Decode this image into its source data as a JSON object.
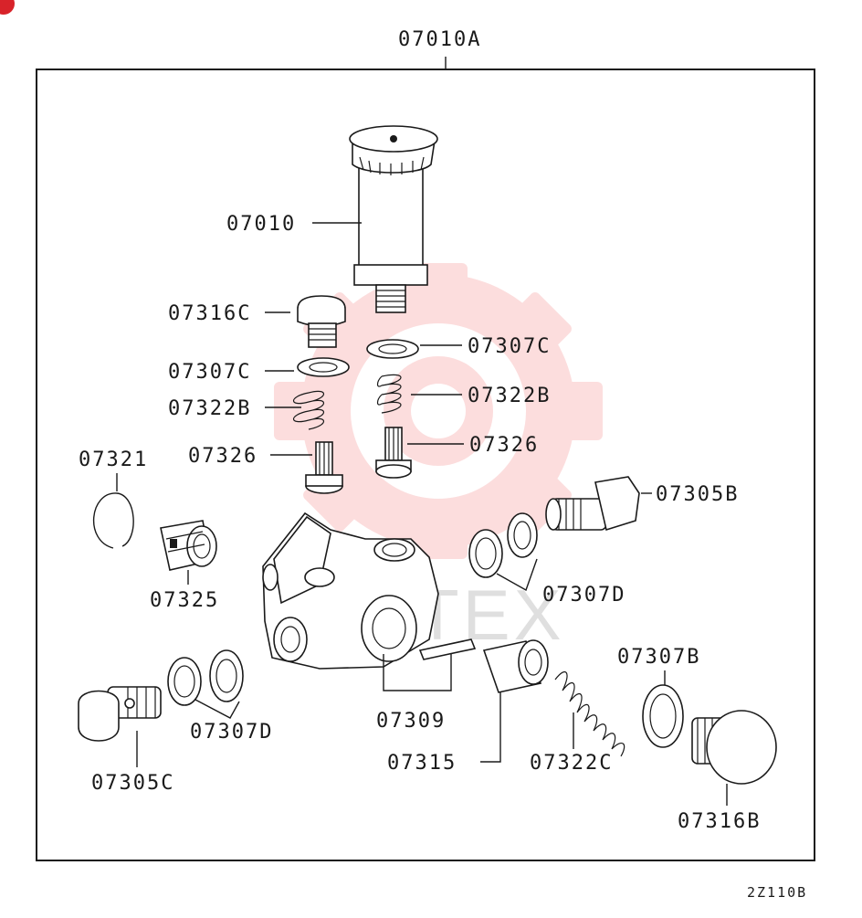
{
  "diagram": {
    "assembly_label": "07010A",
    "drawing_code": "2Z110B",
    "watermark_text": "VIETEX",
    "watermark_color": "#f26a6a",
    "badge_color": "#d8232a",
    "labels": {
      "p07010": "07010",
      "p07316C": "07316C",
      "p07307C_left": "07307C",
      "p07307C_right": "07307C",
      "p07322B_left": "07322B",
      "p07322B_right": "07322B",
      "p07326_left": "07326",
      "p07326_right": "07326",
      "p07321": "07321",
      "p07325": "07325",
      "p07305B": "07305B",
      "p07307D_right": "07307D",
      "p07307D_left": "07307D",
      "p07309": "07309",
      "p07315": "07315",
      "p07322C": "07322C",
      "p07307B": "07307B",
      "p07305C": "07305C",
      "p07316B": "07316B"
    }
  }
}
